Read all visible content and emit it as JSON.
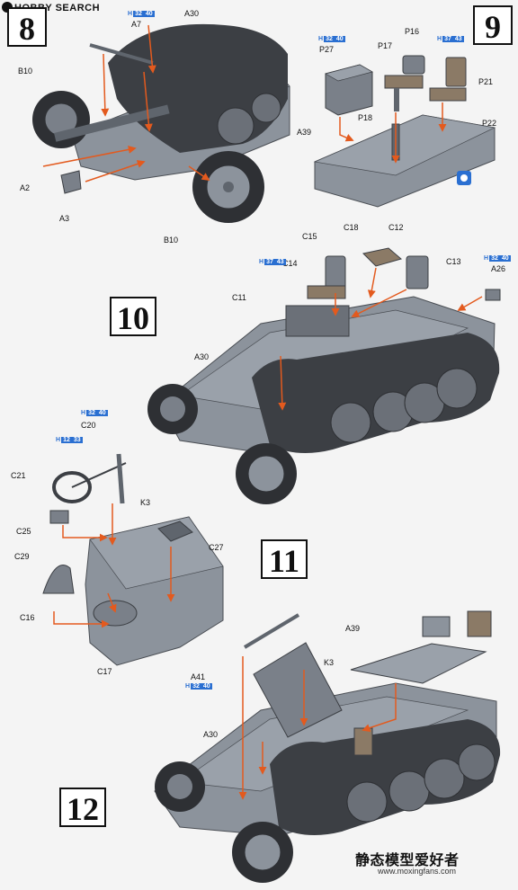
{
  "watermark": {
    "brand": "HOBBY SEARCH",
    "site_cn": "静态模型爱好者",
    "site_url": "www.moxingfans.com"
  },
  "steps": [
    {
      "id": "8",
      "label": "8"
    },
    {
      "id": "9",
      "label": "9"
    },
    {
      "id": "10",
      "label": "10"
    },
    {
      "id": "11",
      "label": "11"
    },
    {
      "id": "12",
      "label": "12"
    }
  ],
  "parts": {
    "step8": [
      "A7",
      "A30",
      "B10",
      "A2",
      "A3",
      "B10"
    ],
    "step9": [
      "P27",
      "P17",
      "P16",
      "P21",
      "P22",
      "P18",
      "A39"
    ],
    "step10": [
      "C18",
      "C12",
      "C15",
      "C14",
      "C13",
      "A26",
      "C11",
      "A30"
    ],
    "step11": [
      "C20",
      "C21",
      "K3",
      "C25",
      "C27",
      "C29",
      "C16",
      "C17"
    ],
    "step12": [
      "A39",
      "K3",
      "A41",
      "A30"
    ]
  },
  "paint_codes": [
    {
      "h": "H",
      "c1": "32",
      "c2": "40"
    },
    {
      "h": "H",
      "c1": "32",
      "c2": "40"
    },
    {
      "h": "H",
      "c1": "37",
      "c2": "43"
    },
    {
      "h": "H",
      "c1": "37",
      "c2": "43"
    },
    {
      "h": "H",
      "c1": "32",
      "c2": "40"
    },
    {
      "h": "H",
      "c1": "32",
      "c2": "40"
    },
    {
      "h": "H",
      "c1": "12",
      "c2": "33"
    },
    {
      "h": "H",
      "c1": "32",
      "c2": "40"
    }
  ],
  "colors": {
    "vehicle_gray": "#8c939c",
    "vehicle_dark": "#5f656d",
    "track": "#3c3f44",
    "arrow": "#e35a1e",
    "seat": "#8b7a66",
    "code_blue": "#2a6fd1"
  }
}
